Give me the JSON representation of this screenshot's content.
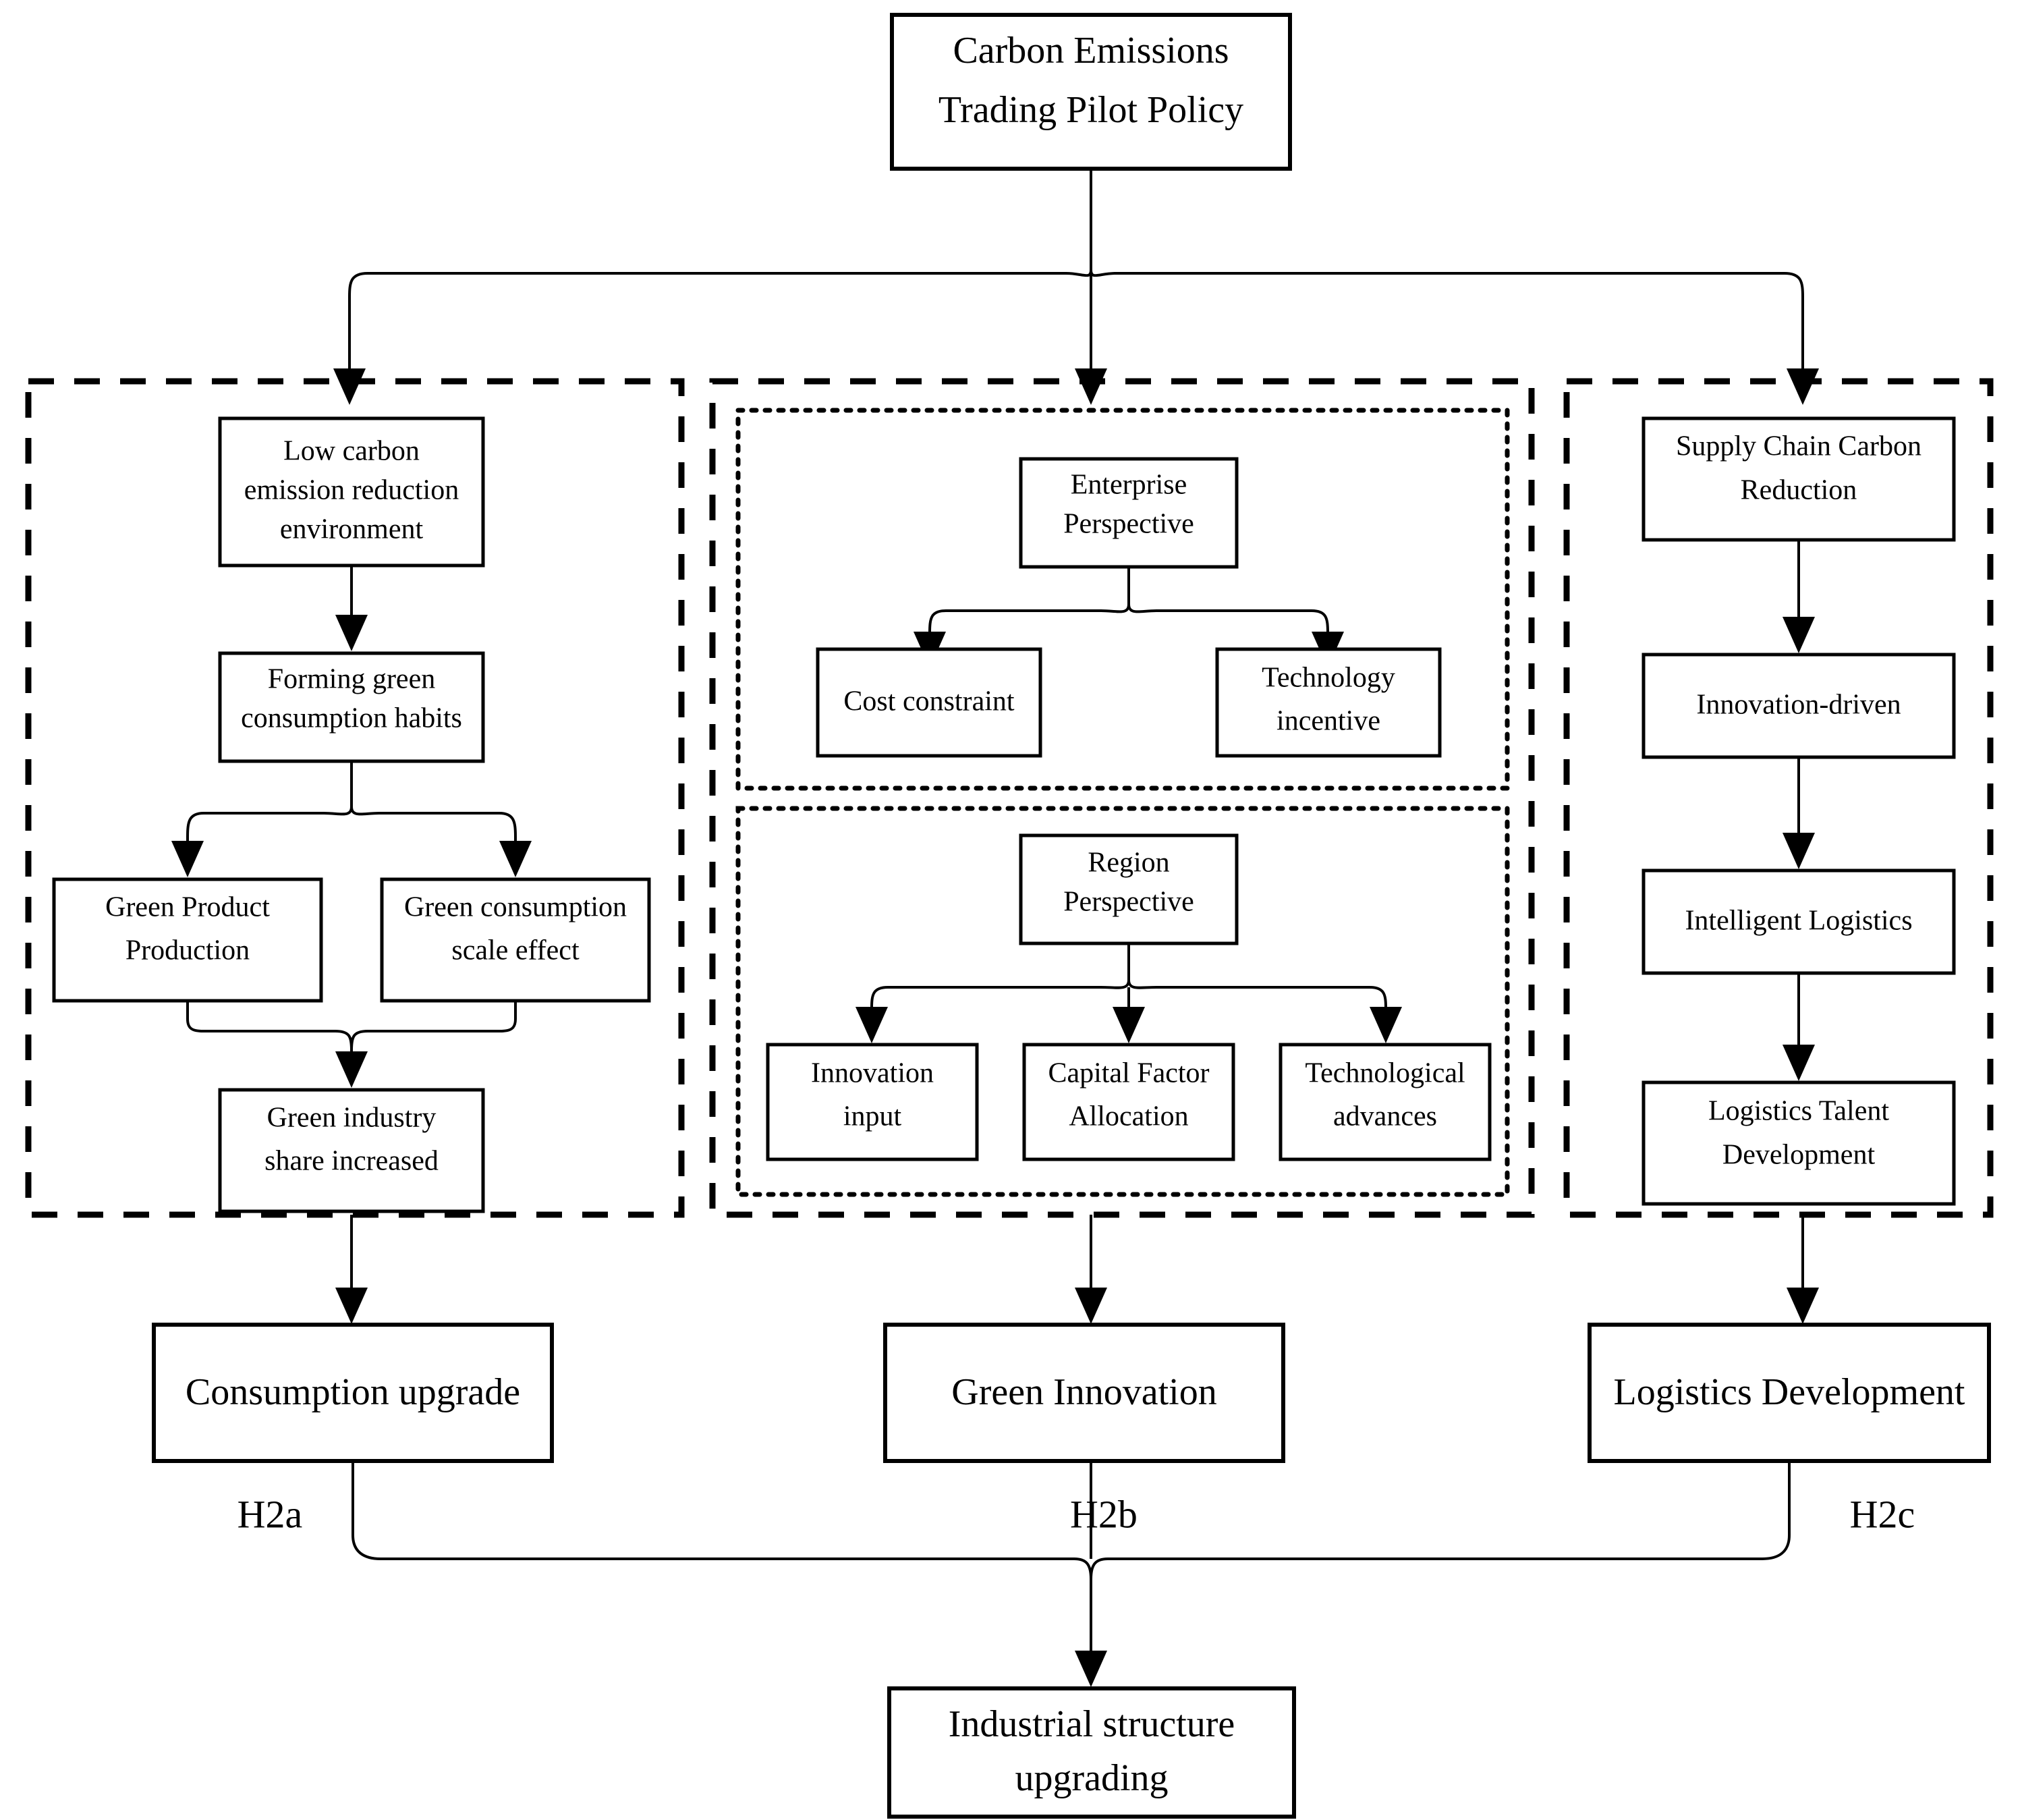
{
  "diagram": {
    "title_node": {
      "id": "carbon-policy",
      "lines": [
        "Carbon Emissions",
        "Trading Pilot Policy"
      ]
    },
    "groups": [
      {
        "id": "consumption-group",
        "style": "dashed"
      },
      {
        "id": "innovation-group",
        "style": "dashed"
      },
      {
        "id": "logistics-group",
        "style": "dashed"
      },
      {
        "id": "enterprise-subgroup",
        "style": "dotted"
      },
      {
        "id": "region-subgroup",
        "style": "dotted"
      }
    ],
    "consumption_branch": {
      "low_carbon": {
        "lines": [
          "Low carbon",
          "emission reduction",
          "environment"
        ]
      },
      "green_habits": {
        "lines": [
          "Forming green",
          "consumption habits"
        ]
      },
      "green_product": {
        "lines": [
          "Green Product",
          "Production"
        ]
      },
      "green_scale": {
        "lines": [
          "Green consumption",
          "scale effect"
        ]
      },
      "green_industry": {
        "lines": [
          "Green industry",
          "share increased"
        ]
      },
      "outcome": {
        "lines": [
          "Consumption upgrade"
        ]
      },
      "hypothesis": "H2a"
    },
    "innovation_branch": {
      "enterprise": {
        "lines": [
          "Enterprise",
          "Perspective"
        ]
      },
      "cost_constraint": {
        "lines": [
          "Cost constraint"
        ]
      },
      "technology_incentive": {
        "lines": [
          "Technology",
          "incentive"
        ]
      },
      "region": {
        "lines": [
          "Region",
          "Perspective"
        ]
      },
      "innovation_input": {
        "lines": [
          "Innovation",
          "input"
        ]
      },
      "capital_factor": {
        "lines": [
          "Capital Factor",
          "Allocation"
        ]
      },
      "technological_advances": {
        "lines": [
          "Technological",
          "advances"
        ]
      },
      "outcome": {
        "lines": [
          "Green Innovation"
        ]
      },
      "hypothesis": "H2b"
    },
    "logistics_branch": {
      "supply_chain": {
        "lines": [
          "Supply Chain Carbon",
          "Reduction"
        ]
      },
      "innovation_driven": {
        "lines": [
          "Innovation-driven"
        ]
      },
      "intelligent_logistics": {
        "lines": [
          "Intelligent Logistics"
        ]
      },
      "talent_development": {
        "lines": [
          "Logistics Talent",
          "Development"
        ]
      },
      "outcome": {
        "lines": [
          "Logistics Development"
        ]
      },
      "hypothesis": "H2c"
    },
    "final_node": {
      "id": "industrial-structure",
      "lines": [
        "Industrial structure",
        "upgrading"
      ]
    },
    "colors": {
      "stroke": "#000000",
      "fill": "#ffffff",
      "background": "#ffffff"
    }
  }
}
